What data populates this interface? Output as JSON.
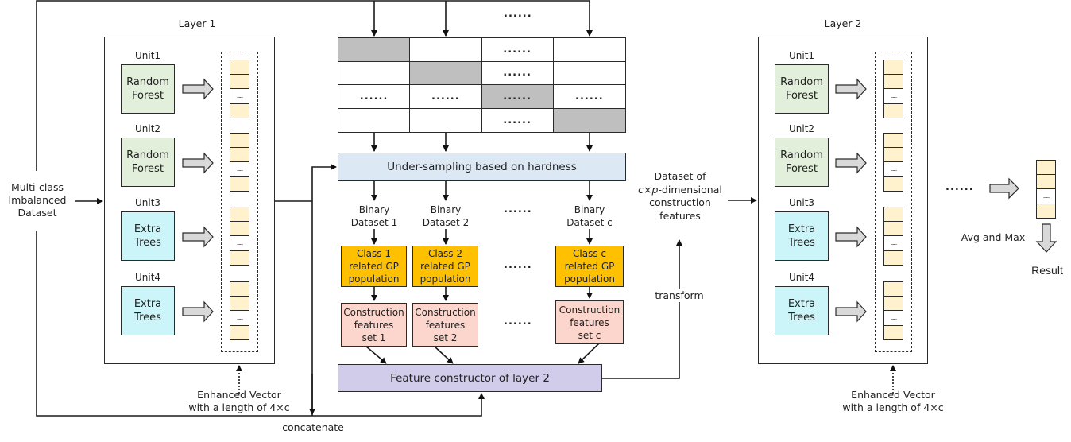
{
  "input_label": "Multi-class\nImbalanced\nDataset",
  "layer1": {
    "title": "Layer 1",
    "units": [
      {
        "name": "Unit1",
        "model": "Random\nForest",
        "type": "rf"
      },
      {
        "name": "Unit2",
        "model": "Random\nForest",
        "type": "rf"
      },
      {
        "name": "Unit3",
        "model": "Extra\nTrees",
        "type": "et"
      },
      {
        "name": "Unit4",
        "model": "Extra\nTrees",
        "type": "et"
      }
    ],
    "vector_caption": "Enhanced Vector\nwith a length of 4×c"
  },
  "layer2": {
    "title": "Layer 2",
    "units": [
      {
        "name": "Unit1",
        "model": "Random\nForest",
        "type": "rf"
      },
      {
        "name": "Unit2",
        "model": "Random\nForest",
        "type": "rf"
      },
      {
        "name": "Unit3",
        "model": "Extra\nTrees",
        "type": "et"
      },
      {
        "name": "Unit4",
        "model": "Extra\nTrees",
        "type": "et"
      }
    ],
    "vector_caption": "Enhanced Vector\nwith a length of 4×c"
  },
  "ellipsis": "......",
  "vector_cell_dots": "......",
  "grid": {
    "cells": [
      [
        "",
        "",
        "......",
        ""
      ],
      [
        "",
        "",
        "......",
        ""
      ],
      [
        "......",
        "......",
        "......",
        "......"
      ],
      [
        "",
        "",
        "......",
        ""
      ]
    ],
    "shaded": [
      [
        0,
        0
      ],
      [
        1,
        1
      ],
      [
        2,
        2
      ],
      [
        3,
        3
      ]
    ]
  },
  "undersampling_label": "Under-sampling based on hardness",
  "binary_datasets": [
    "Binary\nDataset 1",
    "Binary\nDataset 2",
    "Binary\nDataset c"
  ],
  "gp_populations": [
    "Class 1\nrelated GP\npopulation",
    "Class 2\nrelated GP\npopulation",
    "Class c\nrelated GP\npopulation"
  ],
  "construction_sets": [
    "Construction\nfeatures\nset 1",
    "Construction\nfeatures\nset 2",
    "Construction\nfeatures\nset c"
  ],
  "feature_constructor_label": "Feature constructor of layer 2",
  "concatenate_label": "concatenate",
  "transform_label": "transform",
  "dataset_of_features_label_pre": "Dataset of",
  "dataset_of_features_label_math": "c×p",
  "dataset_of_features_label_post": "-dimensional\nconstruction\nfeatures",
  "avg_max_label": "Avg and Max",
  "result_label": "Result",
  "colors": {
    "random_forest": "#e2efda",
    "extra_trees": "#ccf5fa",
    "vector_cell": "#fff2cc",
    "grid_shaded": "#bfbfbf",
    "undersampling": "#dce9f5",
    "gp_population": "#ffc000",
    "construction_features": "#fcd5cc",
    "feature_constructor": "#d0cce9"
  }
}
